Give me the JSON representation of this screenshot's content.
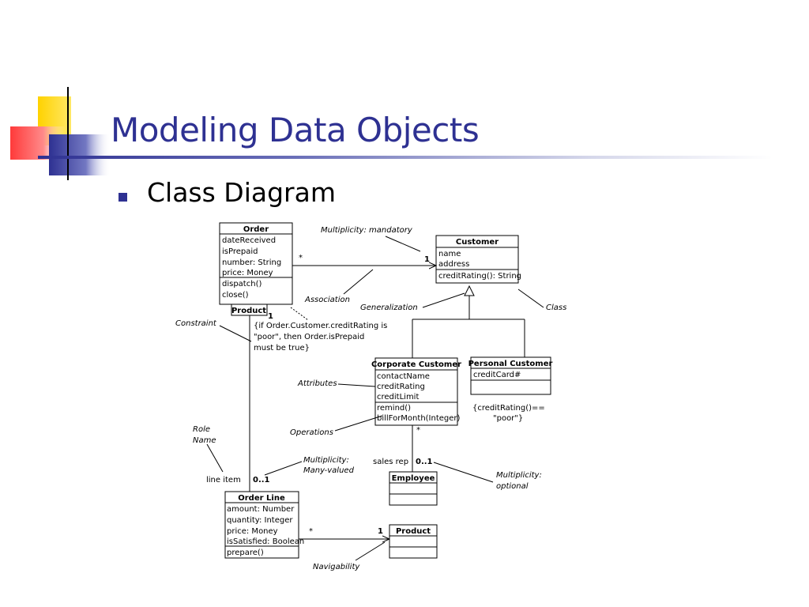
{
  "slide": {
    "title": "Modeling Data Objects",
    "bullet": "Class Diagram"
  },
  "colors": {
    "title": "#2e3192",
    "logo_yellow": "#ffd200",
    "logo_red": "#ff3a3a",
    "logo_blue": "#2e3192"
  },
  "diagram": {
    "classes": {
      "order": {
        "name": "Order",
        "attributes": [
          "dateReceived",
          "isPrepaid",
          "number: String",
          "price: Money"
        ],
        "operations": [
          "dispatch()",
          "close()"
        ],
        "qualifier": "Product"
      },
      "customer": {
        "name": "Customer",
        "attributes": [
          "name",
          "address"
        ],
        "operations": [
          "creditRating(): String"
        ]
      },
      "corporate_customer": {
        "name": "Corporate Customer",
        "attributes": [
          "contactName",
          "creditRating",
          "creditLimit"
        ],
        "operations": [
          "remind()",
          "billForMonth(Integer)"
        ]
      },
      "personal_customer": {
        "name": "Personal Customer",
        "attributes": [
          "creditCard#"
        ],
        "operations": []
      },
      "employee": {
        "name": "Employee"
      },
      "order_line": {
        "name": "Order Line",
        "attributes": [
          "amount: Number",
          "quantity: Integer",
          "price: Money",
          "isSatisfied: Boolean"
        ],
        "operations": [
          "prepare()"
        ]
      },
      "product": {
        "name": "Product"
      }
    },
    "multiplicities": {
      "order_customer_order_end": "*",
      "order_customer_customer_end": "1",
      "order_orderline_order_end": "1",
      "order_orderline_line_end": "0..1",
      "corporate_employee_corporate_end": "*",
      "corporate_employee_employee_end": "0..1",
      "orderline_product_line_end": "*",
      "orderline_product_product_end": "1"
    },
    "role_names": {
      "line_item": "line item",
      "sales_rep": "sales rep"
    },
    "constraints": {
      "order": [
        "{if Order.Customer.creditRating is",
        "\"poor\", then Order.isPrepaid",
        "must be true}"
      ],
      "personal": [
        "{creditRating()==",
        "\"poor\"}"
      ]
    },
    "annotations": {
      "multiplicity_mandatory": "Multiplicity: mandatory",
      "association": "Association",
      "generalization": "Generalization",
      "class": "Class",
      "constraint": "Constraint",
      "attributes": "Attributes",
      "operations": "Operations",
      "role_name": [
        "Role",
        "Name"
      ],
      "multiplicity_many": [
        "Multiplicity:",
        "Many-valued"
      ],
      "multiplicity_optional": [
        "Multiplicity:",
        "optional"
      ],
      "navigability": "Navigability"
    }
  }
}
